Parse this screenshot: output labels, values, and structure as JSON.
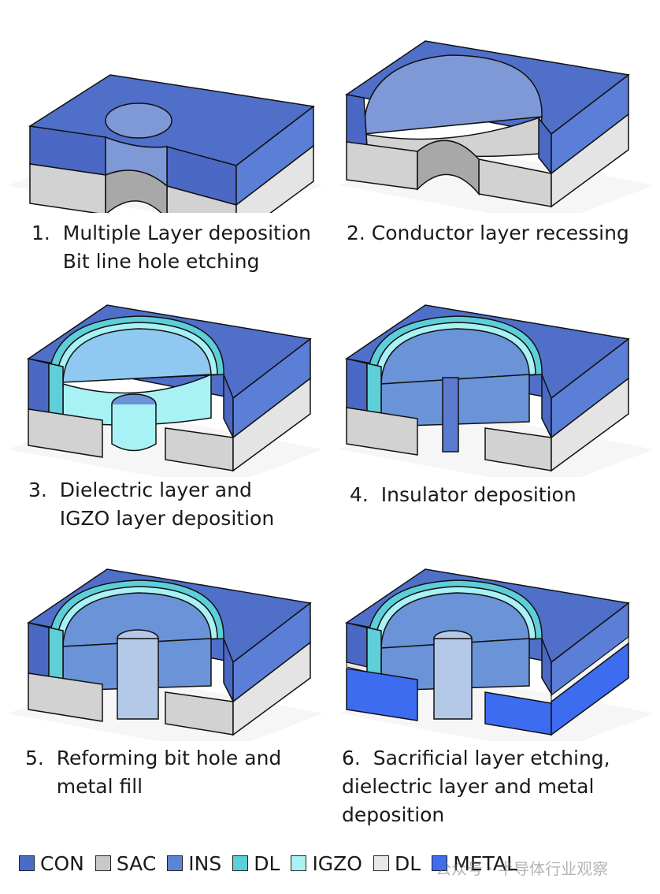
{
  "captions": {
    "c1": "1.  Multiple Layer deposition\n     Bit line hole etching",
    "c2": "2. Conductor layer recessing",
    "c3": "3.  Dielectric layer and\n     IGZO layer deposition",
    "c4": "4.  Insulator deposition",
    "c5": "5.  Reforming bit hole and\n     metal fill",
    "c6": "6.  Sacrificial layer etching,\ndielectric layer and metal\ndeposition"
  },
  "legend": [
    {
      "label": "CON",
      "color": "#4a6bc8"
    },
    {
      "label": "SAC",
      "color": "#c8c8c8"
    },
    {
      "label": "INS",
      "color": "#5b86d6"
    },
    {
      "label": "DL",
      "color": "#5ecfd8"
    },
    {
      "label": "IGZO",
      "color": "#a8f2f5"
    },
    {
      "label": "DL",
      "color": "#e8e8e8"
    },
    {
      "label": "METAL",
      "color": "#3d6cf0"
    }
  ],
  "colors": {
    "con_top": "#4f6fc9",
    "con_front": "#4a68c4",
    "con_side": "#5b7fd6",
    "sac_front": "#d2d2d2",
    "sac_side": "#e4e4e4",
    "hole": "#aaaaaa",
    "ins": "#6a93d8",
    "dl": "#5ecfd8",
    "igzo": "#a8f2f5",
    "metal": "#3d6cf0",
    "pillar": "#b4c8e8"
  },
  "watermark": "公众号 · 半导体行业观察"
}
